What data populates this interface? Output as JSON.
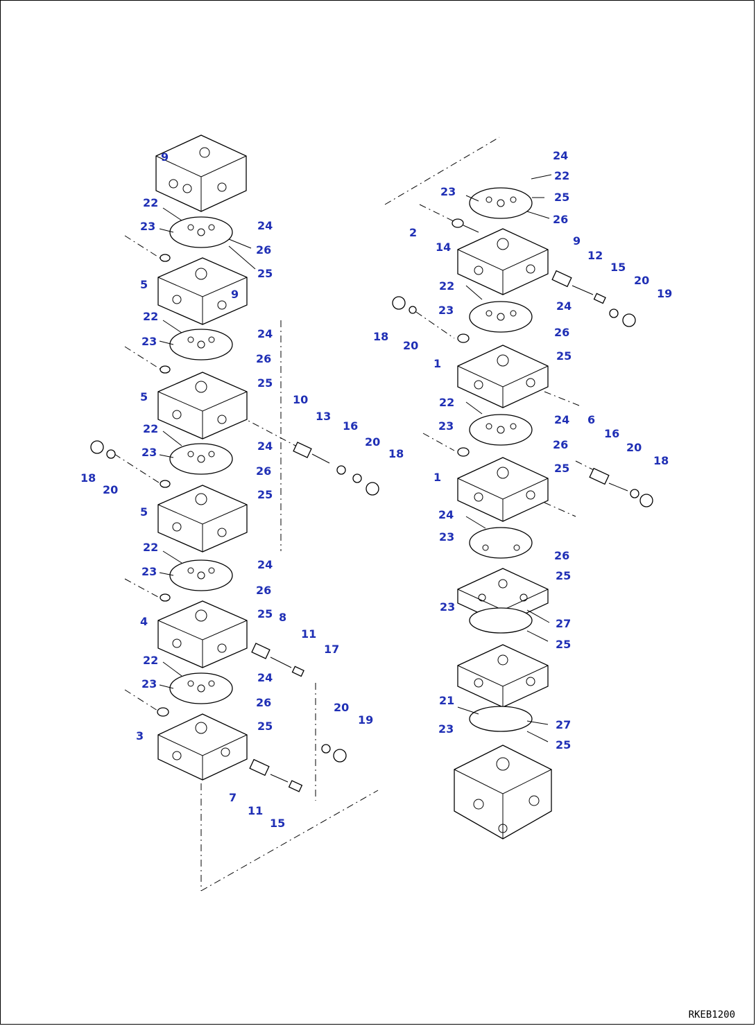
{
  "drawing_id": "RKEB1200",
  "callouts": {
    "left_column": [
      "9",
      "22",
      "23",
      "24",
      "26",
      "25",
      "5",
      "9",
      "22",
      "23",
      "24",
      "26",
      "25",
      "5",
      "22",
      "23",
      "24",
      "26",
      "25",
      "5",
      "18",
      "20",
      "22",
      "23",
      "24",
      "26",
      "25",
      "4",
      "22",
      "23",
      "24",
      "26",
      "25",
      "3",
      "10",
      "13",
      "16",
      "20",
      "18",
      "8",
      "11",
      "17",
      "20",
      "19",
      "7",
      "11",
      "15"
    ],
    "right_column": [
      "24",
      "22",
      "23",
      "25",
      "26",
      "2",
      "14",
      "9",
      "12",
      "15",
      "20",
      "19",
      "22",
      "23",
      "24",
      "26",
      "25",
      "18",
      "20",
      "1",
      "22",
      "23",
      "24",
      "26",
      "25",
      "1",
      "6",
      "16",
      "20",
      "18",
      "24",
      "23",
      "26",
      "25",
      "23",
      "27",
      "25",
      "21",
      "23",
      "27",
      "25"
    ]
  }
}
